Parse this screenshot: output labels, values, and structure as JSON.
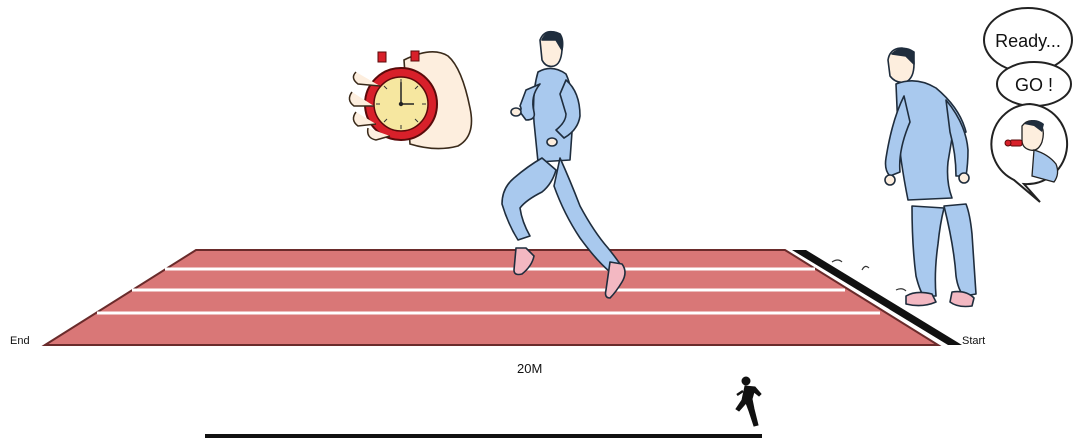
{
  "labels": {
    "end": "End",
    "start": "Start",
    "distance": "20M"
  },
  "speech": {
    "ready": "Ready...",
    "go": "GO !"
  },
  "icons": {
    "stopwatch": "stopwatch-icon",
    "whistle": "whistle-icon",
    "runner_silhouette": "runner-silhouette-icon"
  },
  "colors": {
    "track": "#d97777",
    "track_lane": "#ffffff",
    "start_line": "#111111",
    "tracksuit": "#a9c9ee",
    "tracksuit_outline": "#1f2d3d",
    "stopwatch_red": "#d8202a",
    "stopwatch_face": "#f6e7a0",
    "skin": "#fdeede"
  }
}
